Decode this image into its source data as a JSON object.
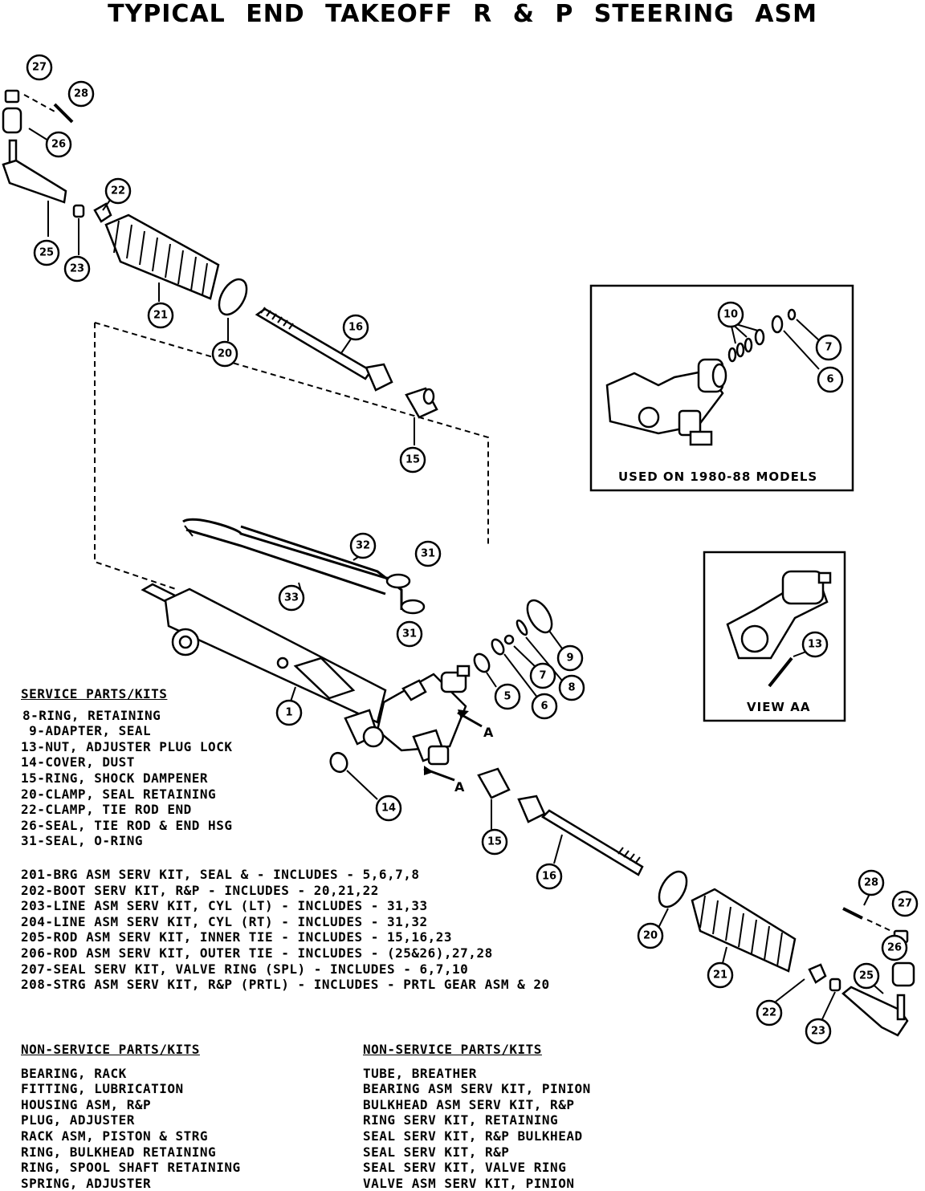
{
  "title": "TYPICAL END TAKEOFF R & P STEERING ASM",
  "inset_used_on": "USED ON 1980-88 MODELS",
  "inset_view": "VIEW AA",
  "view_marker": "A",
  "service": {
    "heading": "SERVICE PARTS/KITS",
    "items": [
      "8-RING, RETAINING",
      " 9-ADAPTER, SEAL",
      "13-NUT, ADJUSTER PLUG LOCK",
      "14-COVER, DUST",
      "15-RING, SHOCK DAMPENER",
      "20-CLAMP, SEAL RETAINING",
      "22-CLAMP, TIE ROD END",
      "26-SEAL, TIE ROD & END HSG",
      "31-SEAL, O-RING"
    ],
    "kits": [
      "201-BRG ASM SERV KIT, SEAL & - INCLUDES - 5,6,7,8",
      "202-BOOT SERV KIT, R&P - INCLUDES - 20,21,22",
      "203-LINE ASM SERV KIT, CYL (LT) - INCLUDES - 31,33",
      "204-LINE ASM SERV KIT, CYL (RT) - INCLUDES - 31,32",
      "205-ROD ASM SERV KIT, INNER TIE - INCLUDES - 15,16,23",
      "206-ROD ASM SERV KIT, OUTER TIE - INCLUDES - (25&26),27,28",
      "207-SEAL SERV KIT, VALVE RING (SPL) - INCLUDES - 6,7,10",
      "208-STRG ASM SERV KIT, R&P (PRTL) - INCLUDES - PRTL GEAR ASM & 20"
    ]
  },
  "nonservice_left": {
    "heading": "NON-SERVICE PARTS/KITS",
    "items": [
      "BEARING, RACK",
      "FITTING, LUBRICATION",
      "HOUSING ASM, R&P",
      "PLUG, ADJUSTER",
      "RACK ASM, PISTON & STRG",
      "RING, BULKHEAD RETAINING",
      "RING, SPOOL SHAFT RETAINING",
      "SPRING, ADJUSTER"
    ]
  },
  "nonservice_right": {
    "heading": "NON-SERVICE PARTS/KITS",
    "items": [
      "TUBE, BREATHER",
      "BEARING ASM SERV KIT, PINION",
      "BULKHEAD ASM SERV KIT, R&P",
      "RING SERV KIT, RETAINING",
      "SEAL SERV KIT, R&P BULKHEAD",
      "SEAL SERV KIT, R&P",
      "SEAL SERV KIT, VALVE RING",
      "VALVE ASM SERV KIT, PINION"
    ]
  },
  "callouts": [
    "27",
    "28",
    "26",
    "22",
    "25",
    "23",
    "21",
    "20",
    "16",
    "15",
    "10",
    "7",
    "6",
    "32",
    "31",
    "33",
    "31",
    "9",
    "8",
    "7",
    "5",
    "6",
    "1",
    "14",
    "15",
    "16",
    "13",
    "28",
    "27",
    "26",
    "25",
    "20",
    "21",
    "22",
    "23"
  ]
}
